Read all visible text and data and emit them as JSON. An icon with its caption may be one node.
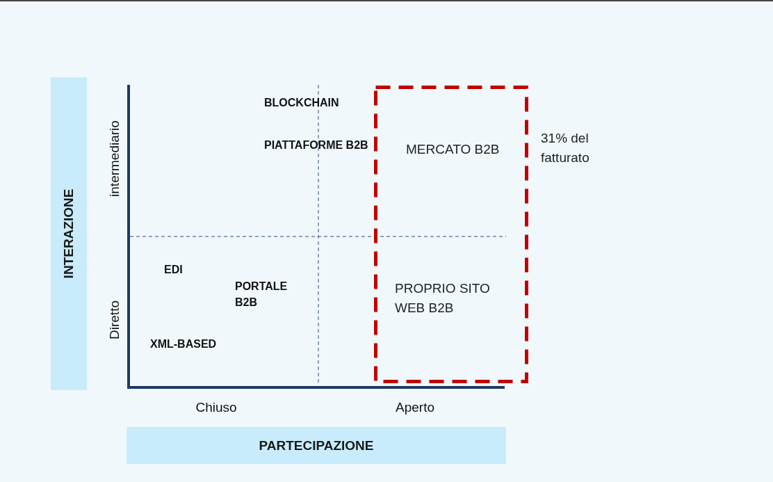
{
  "diagram": {
    "nodes": [
      {
        "text": [
          "INTERAZIONE"
        ]
      },
      {
        "text": [
          "MERCATO B2B",
          "PROPRIO SITO WEB B2B"
        ],
        "beside": [
          "31% del fatturato"
        ]
      },
      {
        "text": [
          "PARTECIPAZIONE"
        ]
      }
    ],
    "edges": [],
    "labels": [
      "intermediario",
      "BLOCKCHAIN",
      "PIATTAFORME B2B",
      "EDI",
      "PORTALE B2B",
      "Diretto",
      "XML-BASED",
      "Chiuso",
      "Aperto"
    ]
  }
}
